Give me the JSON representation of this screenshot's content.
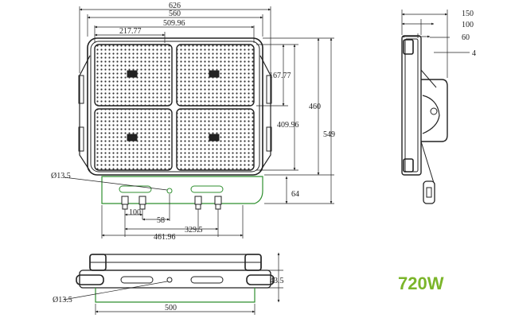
{
  "product": {
    "wattage_label": "720W",
    "accent_color": "#7bb52a",
    "line_color": "#222222",
    "base_color": "#2f8f2f"
  },
  "front_view": {
    "dims": {
      "overall_width": "626",
      "frame_width": "560",
      "module_span": "509.96",
      "module_pitch": "217.77",
      "module_height": "167.77",
      "frame_height": "460",
      "overall_height": "549",
      "light_height": "409.96",
      "mount_height": "64",
      "hole_dia": "Ø13.5",
      "hole_pitch": "100",
      "hole_offset": "58",
      "hole_span": "329.5",
      "base_width": "461.96"
    }
  },
  "side_view": {
    "dims": {
      "depth": "150",
      "body_depth": "100",
      "lens_depth": "60",
      "glass": "4"
    }
  },
  "bottom_view": {
    "dims": {
      "hole_dia": "Ø13.5",
      "base_length": "500",
      "bracket_height": "43.5"
    }
  }
}
